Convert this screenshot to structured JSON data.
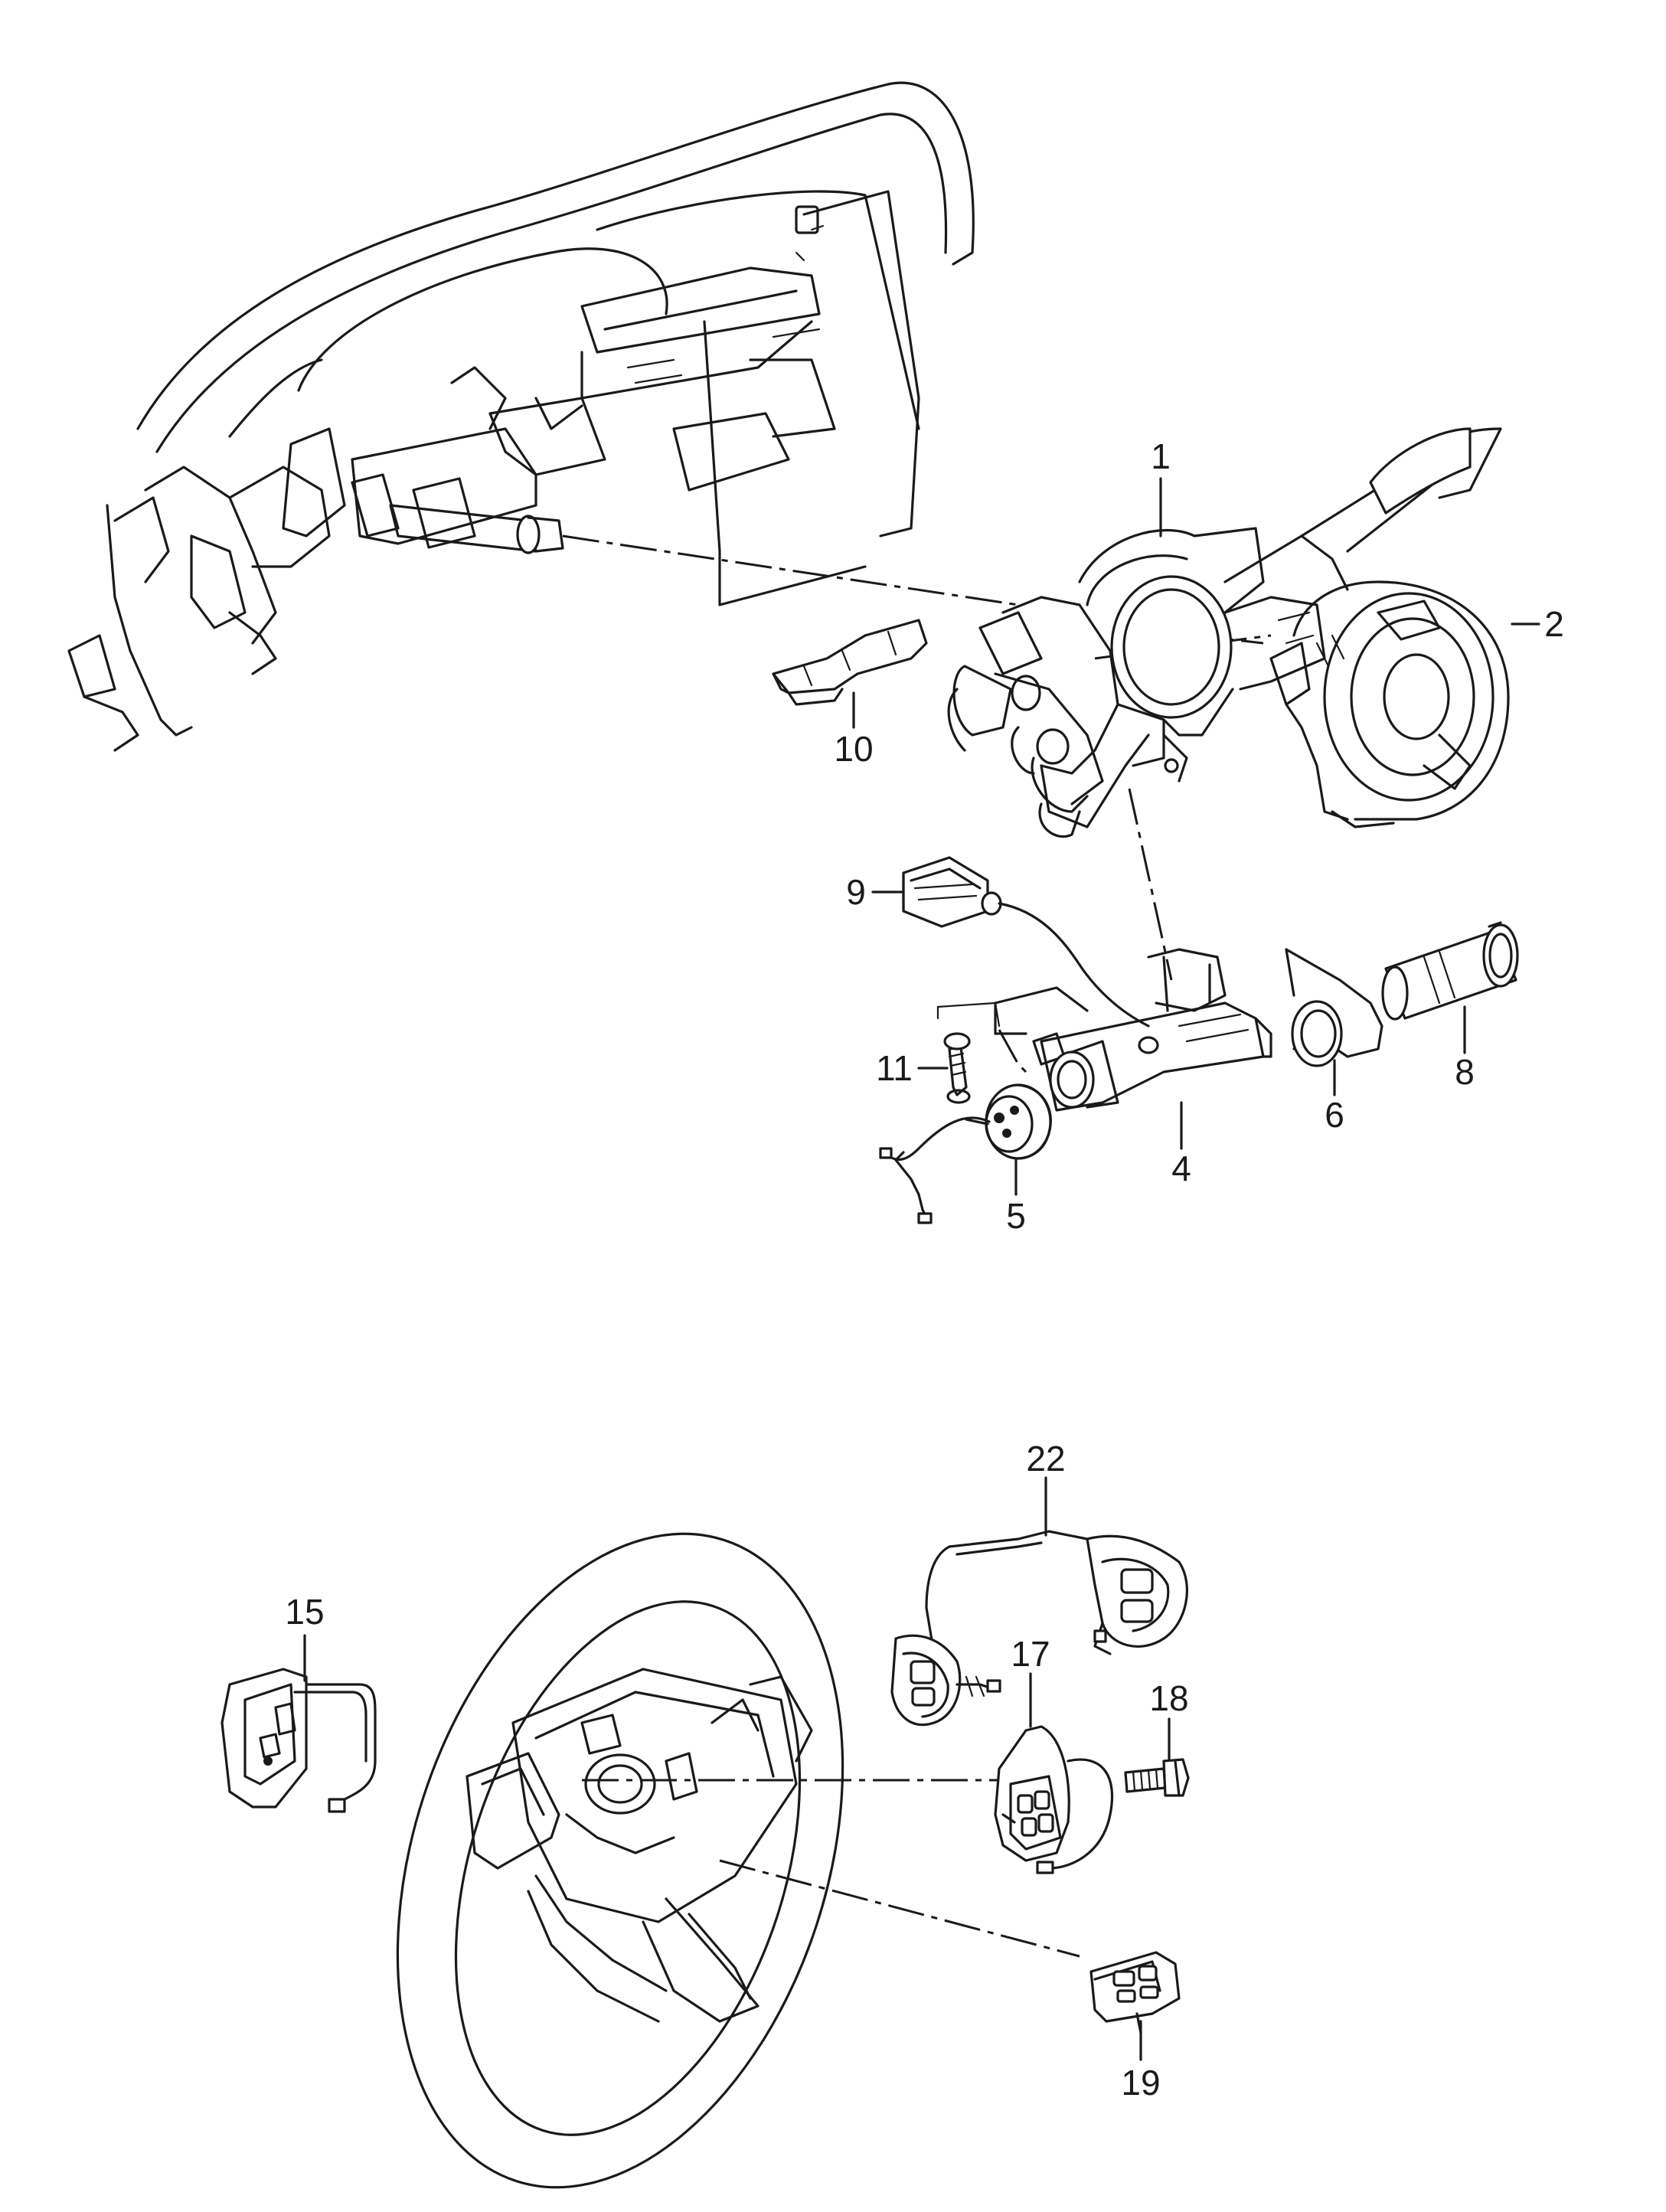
{
  "diagram": {
    "callouts": [
      {
        "id": "c1",
        "label": "1"
      },
      {
        "id": "c2",
        "label": "2"
      },
      {
        "id": "c4",
        "label": "4"
      },
      {
        "id": "c5",
        "label": "5"
      },
      {
        "id": "c6",
        "label": "6"
      },
      {
        "id": "c8",
        "label": "8"
      },
      {
        "id": "c9",
        "label": "9"
      },
      {
        "id": "c10",
        "label": "10"
      },
      {
        "id": "c11",
        "label": "11"
      },
      {
        "id": "c15",
        "label": "15"
      },
      {
        "id": "c17",
        "label": "17"
      },
      {
        "id": "c18",
        "label": "18"
      },
      {
        "id": "c19",
        "label": "19"
      },
      {
        "id": "c22",
        "label": "22"
      }
    ]
  }
}
